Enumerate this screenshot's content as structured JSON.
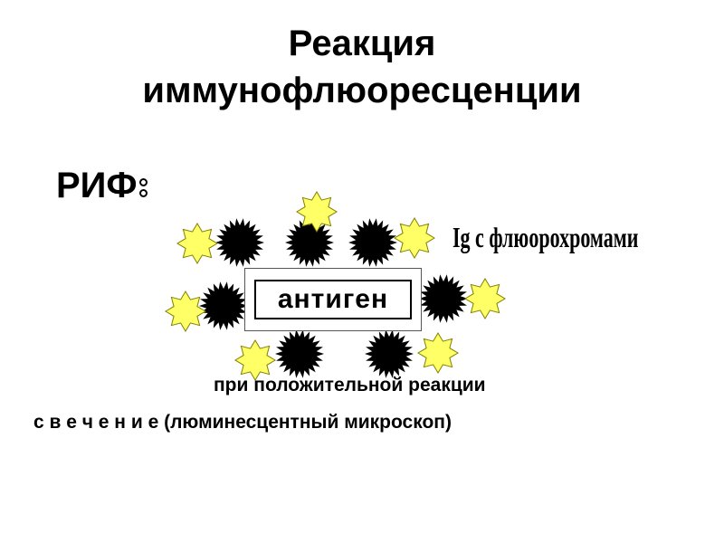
{
  "title": {
    "line1": "Реакция",
    "line2": "иммунофлюоресценции"
  },
  "abbreviation": "РИФ",
  "diagram": {
    "center_label": "антиген",
    "ig_label": "Ig с флюорохромами",
    "antibody_color": "#000000",
    "fluorochrome_color": "#FFFF66",
    "fluorochrome_stroke": "#808000",
    "antibody_icon": "black-spiky-ball-icon",
    "fluorochrome_icon": "yellow-star-icon"
  },
  "caption": {
    "positive": "при положительной реакции",
    "glow": "с в е ч е н и е  (люминесцентный микроскоп)"
  }
}
